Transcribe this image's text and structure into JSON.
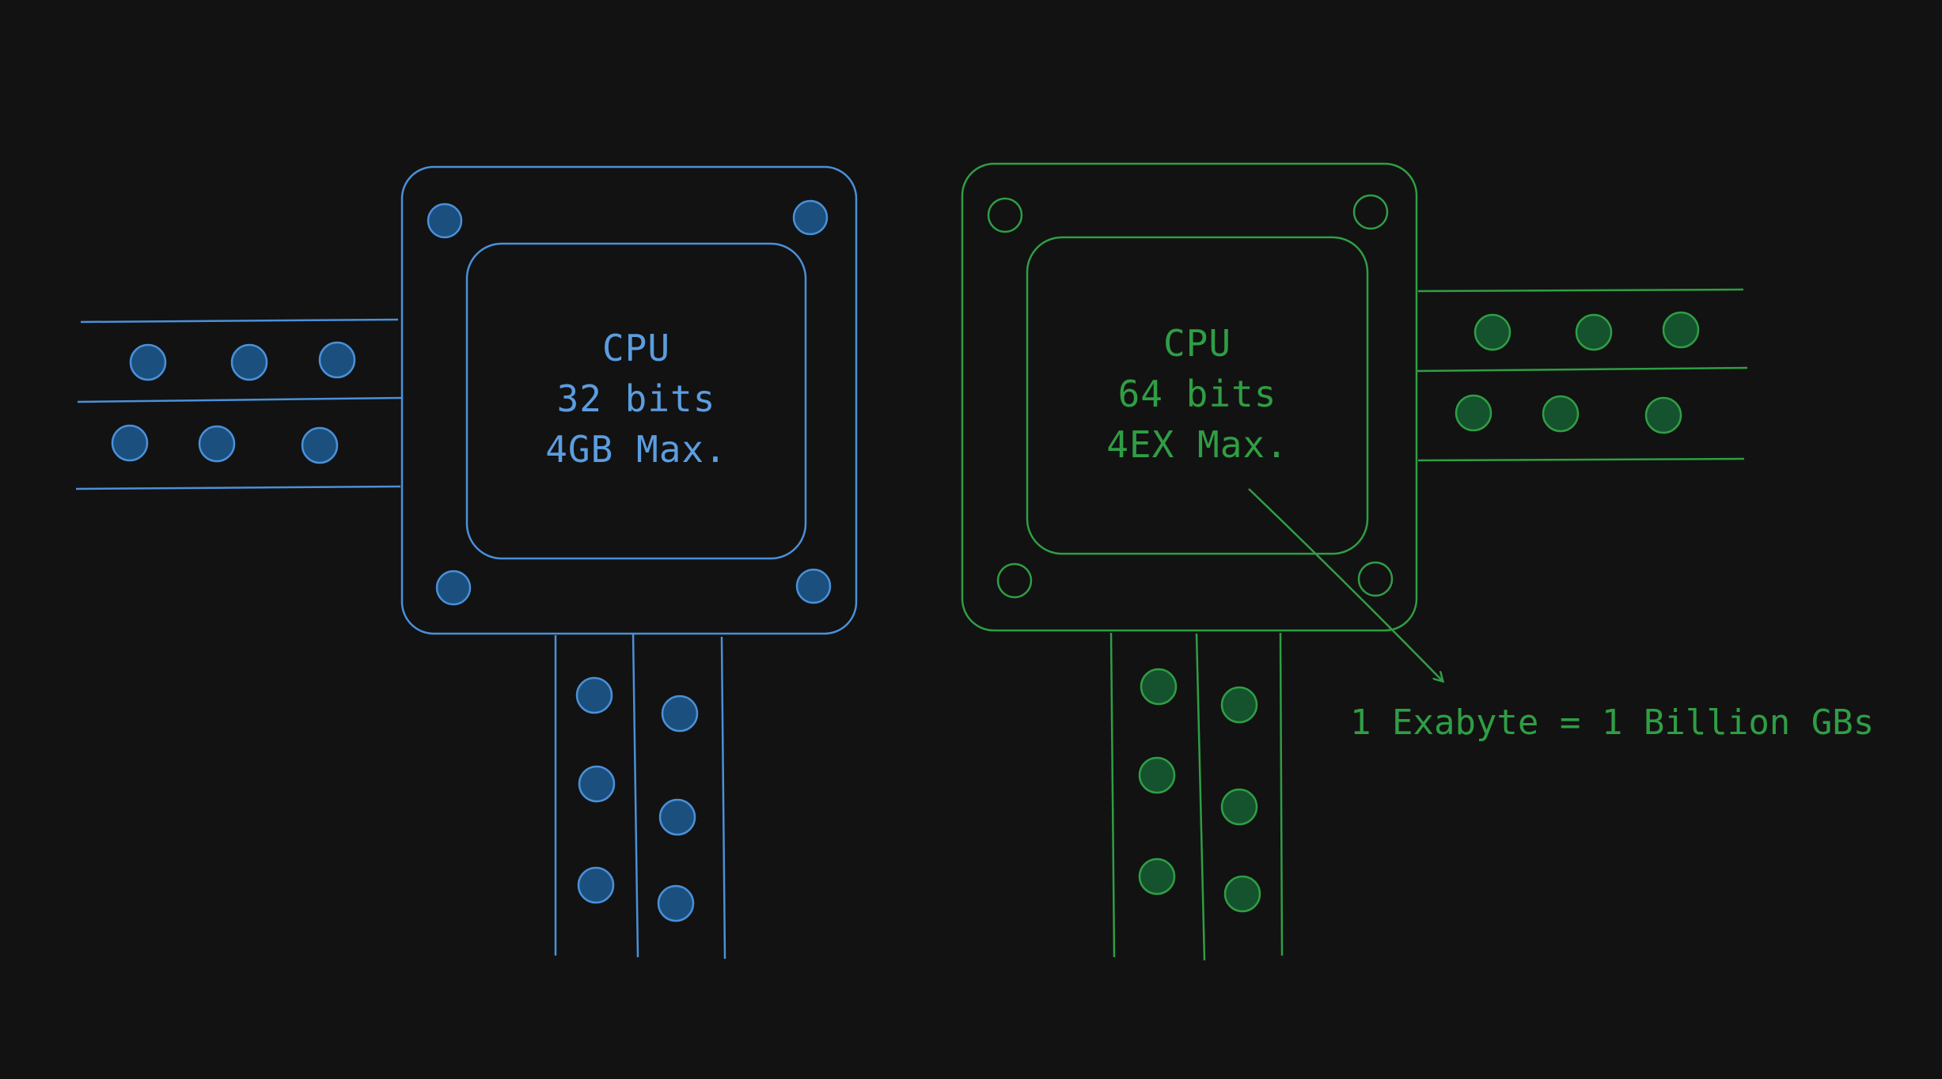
{
  "colors": {
    "background": "#121212",
    "blue_stroke": "#4a90d9",
    "blue_fill": "#1b4f7e",
    "blue_text": "#5b9de0",
    "green_stroke": "#2f9e44",
    "green_fill": "#14532d",
    "green_text": "#2f9e44"
  },
  "cpu_32": {
    "title": "CPU",
    "bits": "32 bits",
    "max_memory": "4GB Max."
  },
  "cpu_64": {
    "title": "CPU",
    "bits": "64 bits",
    "max_memory": "4EX Max."
  },
  "annotation": {
    "text": "1 Exabyte = 1 Billion GBs"
  }
}
